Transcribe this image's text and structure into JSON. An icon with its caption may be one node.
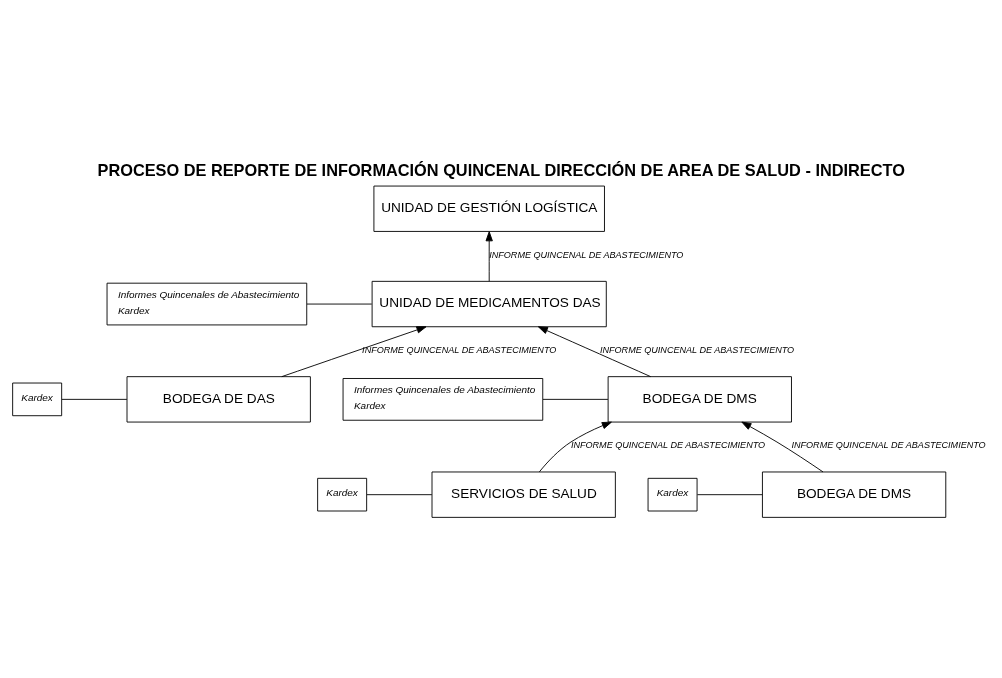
{
  "diagram": {
    "title": "PROCESO DE REPORTE DE INFORMACIÓN QUINCENAL DIRECCIÓN DE AREA DE SALUD - INDIRECTO",
    "nodes": [
      {
        "text": [
          "UNIDAD DE GESTIÓN LOGÍSTICA"
        ]
      },
      {
        "text": [
          "UNIDAD DE MEDICAMENTOS DAS"
        ]
      },
      {
        "text": [
          "Informes Quincenales de Abastecimiento",
          "Kardex"
        ]
      },
      {
        "text": [
          "Kardex"
        ]
      },
      {
        "text": [
          "BODEGA DE DAS"
        ]
      },
      {
        "text": [
          "BODEGA DE DMS"
        ]
      },
      {
        "text": [
          "Informes Quincenales de Abastecimiento",
          "Kardex"
        ]
      },
      {
        "text": [
          "Kardex"
        ]
      },
      {
        "text": [
          "SERVICIOS DE SALUD"
        ]
      },
      {
        "text": [
          "BODEGA DE DMS"
        ]
      },
      {
        "text": [
          "Kardex"
        ]
      }
    ],
    "edges": [
      {
        "from": 1,
        "to": 0,
        "arrow": "to",
        "label": "INFORME QUINCENAL DE ABASTECIMIENTO"
      },
      {
        "from": 2,
        "to": 1,
        "arrow": "none"
      },
      {
        "from": 3,
        "to": 4,
        "arrow": "none"
      },
      {
        "from": 4,
        "to": 1,
        "arrow": "to",
        "label": "INFORME QUINCENAL DE ABASTECIMIENTO"
      },
      {
        "from": 5,
        "to": 1,
        "arrow": "to",
        "label": "INFORME QUINCENAL DE ABASTECIMIENTO"
      },
      {
        "from": 6,
        "to": 5,
        "arrow": "none"
      },
      {
        "from": 7,
        "to": 8,
        "arrow": "none"
      },
      {
        "from": 8,
        "to": 5,
        "arrow": "to",
        "label": "INFORME QUINCENAL DE ABASTECIMIENTO"
      },
      {
        "from": 9,
        "to": 5,
        "arrow": "to",
        "label": "INFORME QUINCENAL DE ABASTECIMIENTO"
      },
      {
        "from": 10,
        "to": 9,
        "arrow": "none"
      }
    ]
  }
}
